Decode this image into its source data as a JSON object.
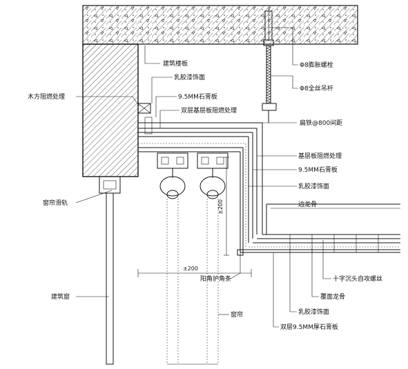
{
  "labels": {
    "building_slab": "建筑楼板",
    "latex_paint_1": "乳胶漆饰面",
    "gypsum_board_1": "9.5MM石膏板",
    "double_base_board": "双层基层板阻燃处理",
    "wood_fireproof": "木方阻燃处理",
    "expansion_bolt": "Φ8膨胀螺栓",
    "threaded_rod": "Φ8全丝吊杆",
    "flat_iron": "扁铁@800间距",
    "base_board_fireproof": "基层板阻燃处理",
    "gypsum_board_2": "9.5MM石膏板",
    "latex_paint_2": "乳胶漆饰面",
    "curtain_rail": "窗帘滑轨",
    "edge_keel": "边龙骨",
    "building_window": "建筑窗",
    "corner_bead": "阳角护角条",
    "cross_screw": "十字沉头自攻螺丝",
    "cover_keel": "覆面龙骨",
    "latex_paint_3": "乳胶漆饰面",
    "curtain": "窗帘",
    "double_gypsum": "双层9.5MM厚石膏板"
  },
  "dimensions": {
    "vertical": "±200",
    "horizontal": "±200"
  }
}
